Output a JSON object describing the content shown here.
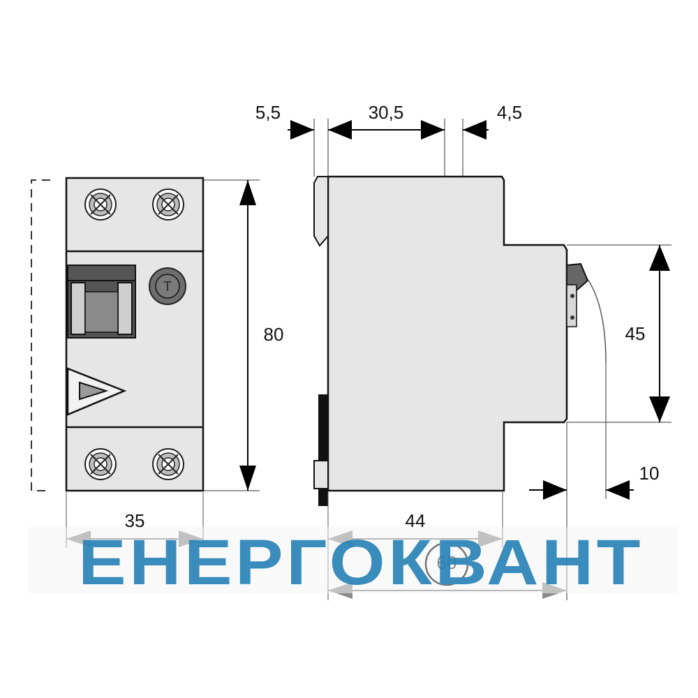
{
  "drawing": {
    "front_width": "35",
    "front_height": "80",
    "side_top_left": "5,5",
    "side_top_mid": "30,5",
    "side_top_right": "4,5",
    "side_step_height": "45",
    "side_base_depth": "44",
    "side_total_depth": "60",
    "side_knob_offset": "10",
    "test_button_symbol": "T"
  },
  "watermark": {
    "text": "ЕНЕРГОКВАНТ"
  },
  "colors": {
    "body_fill": "#e6e6e6",
    "outline": "#111111",
    "dim_arrow_dark": "#000000",
    "dim_arrow_grey": "#8a8a8a",
    "watermark_fill": "#2f86b8"
  }
}
